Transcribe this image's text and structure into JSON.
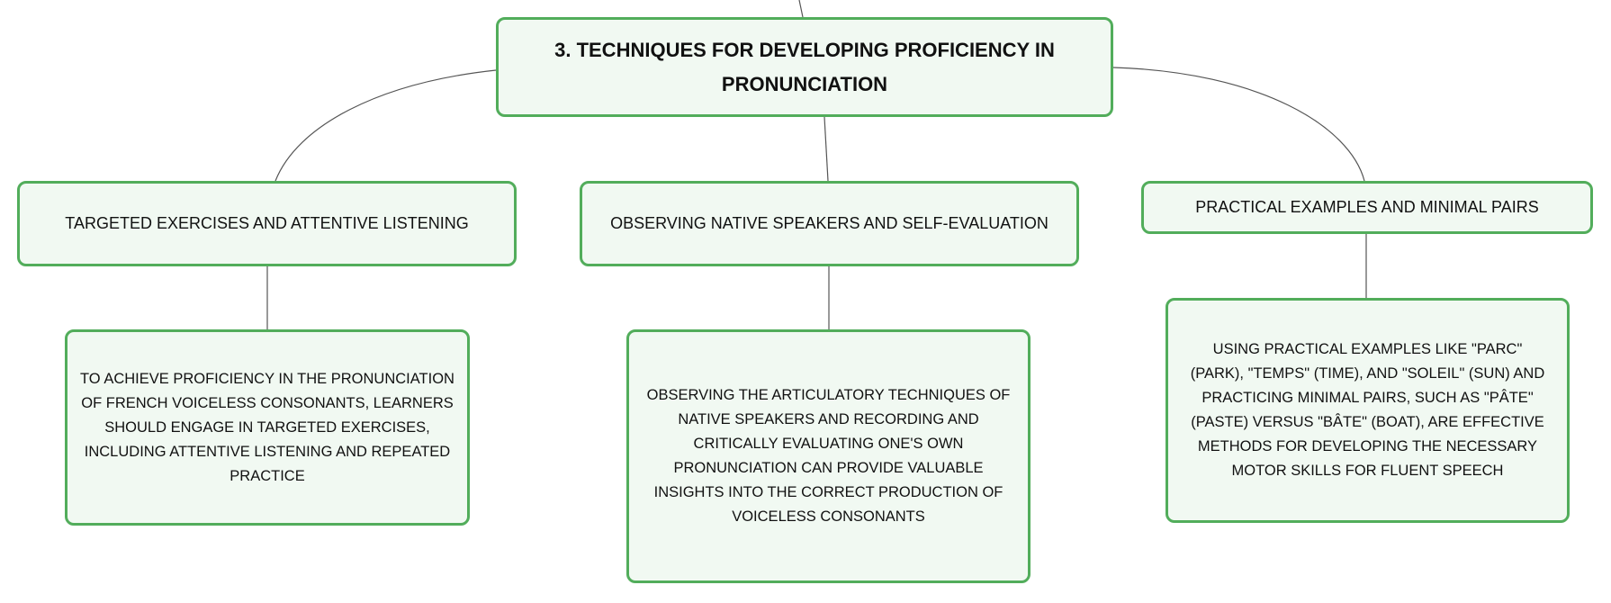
{
  "root": {
    "title": "3. TECHNIQUES FOR DEVELOPING PROFICIENCY IN PRONUNCIATION"
  },
  "branches": [
    {
      "label": "TARGETED EXERCISES AND ATTENTIVE LISTENING",
      "detail": "TO ACHIEVE PROFICIENCY IN THE PRONUNCIATION OF FRENCH VOICELESS CONSONANTS, LEARNERS SHOULD ENGAGE IN TARGETED EXERCISES, INCLUDING ATTENTIVE LISTENING AND REPEATED PRACTICE"
    },
    {
      "label": "OBSERVING NATIVE SPEAKERS AND SELF-EVALUATION",
      "detail": "OBSERVING THE ARTICULATORY TECHNIQUES OF NATIVE SPEAKERS AND RECORDING AND CRITICALLY EVALUATING ONE'S OWN PRONUNCIATION CAN PROVIDE VALUABLE INSIGHTS INTO THE CORRECT PRODUCTION OF VOICELESS CONSONANTS"
    },
    {
      "label": "PRACTICAL EXAMPLES AND MINIMAL PAIRS",
      "detail": "USING PRACTICAL EXAMPLES LIKE \"PARC\" (PARK), \"TEMPS\" (TIME), AND \"SOLEIL\" (SUN) AND PRACTICING MINIMAL PAIRS, SUCH AS \"PÂTE\" (PASTE) VERSUS \"BÂTE\" (BOAT), ARE EFFECTIVE METHODS FOR DEVELOPING THE NECESSARY MOTOR SKILLS FOR FLUENT SPEECH"
    }
  ],
  "colors": {
    "border": "#52ad5b",
    "fill": "#f1f9f2",
    "line": "#555555"
  }
}
